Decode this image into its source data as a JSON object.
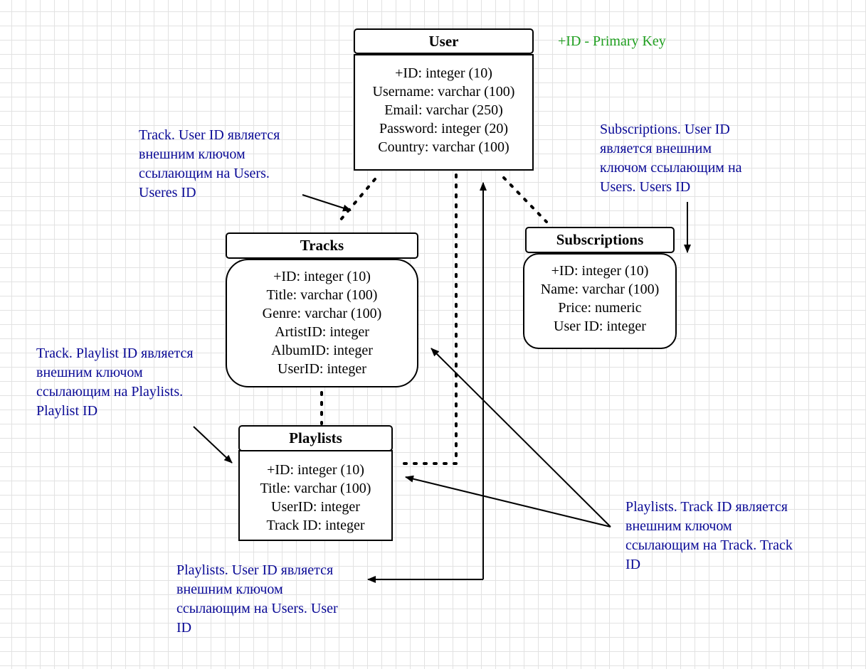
{
  "colors": {
    "entity_border": "#000000",
    "note_text": "#0a0a96",
    "legend_text": "#1e9e1e",
    "grid": "#e2e2e2"
  },
  "legend": "+ID - Primary Key",
  "entities": {
    "user": {
      "title": "User",
      "fields": [
        "+ID: integer (10)",
        "Username: varchar (100)",
        "Email: varchar (250)",
        "Password: integer (20)",
        "Country: varchar (100)"
      ]
    },
    "tracks": {
      "title": "Tracks",
      "fields": [
        "+ID: integer (10)",
        "Title: varchar (100)",
        "Genre: varchar (100)",
        "ArtistID: integer",
        "AlbumID: integer",
        "UserID: integer"
      ]
    },
    "subscriptions": {
      "title": "Subscriptions",
      "fields": [
        "+ID: integer (10)",
        "Name: varchar (100)",
        "Price: numeric",
        "User ID: integer"
      ]
    },
    "playlists": {
      "title": "Playlists",
      "fields": [
        "+ID: integer (10)",
        "Title: varchar (100)",
        "UserID: integer",
        "Track ID: integer"
      ]
    }
  },
  "notes": {
    "track_user": "Track. User ID является\nвнешним ключом\nссылающим на Users.\nUseres ID",
    "subscriptions_user": "Subscriptions. User ID\nявляется внешним\nключом ссылающим на\nUsers. Users ID",
    "track_playlist": "Track. Playlist ID является\nвнешним ключом\nссылающим на Playlists.\nPlaylist ID",
    "playlists_track": "Playlists. Track ID является\nвнешним ключом\nссылающим на Track. Track\nID",
    "playlists_user": "Playlists. User ID является\nвнешним ключом\nссылающим на Users. User\nID"
  }
}
